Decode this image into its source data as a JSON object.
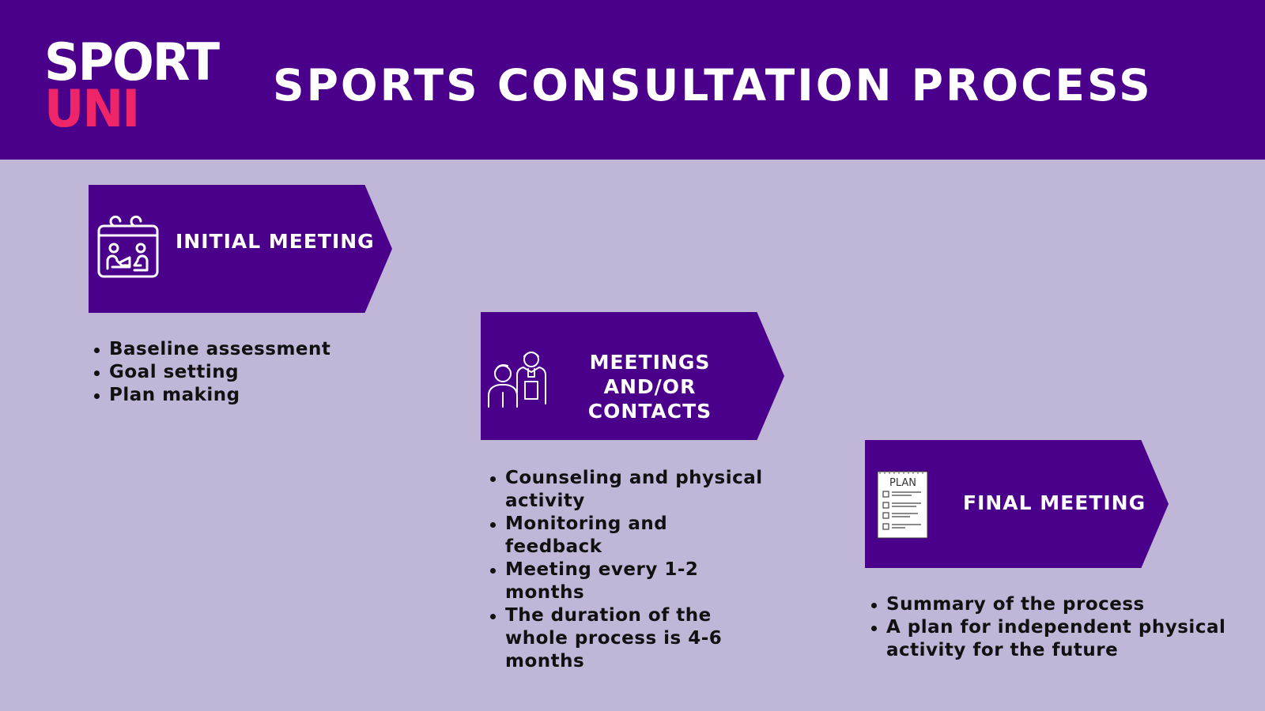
{
  "header": {
    "logo_line1": "SPORT",
    "logo_line2": "UNI",
    "title": "SPORTS CONSULTATION PROCESS"
  },
  "colors": {
    "header_bg": "#4b008b",
    "page_bg": "#c0b6d8",
    "accent_pink": "#ee2669",
    "text_white": "#ffffff",
    "text_dark": "#111111"
  },
  "steps": [
    {
      "icon": "calendar-meeting-icon",
      "label": "INITIAL MEETING",
      "bullets": [
        "Baseline assessment",
        "Goal setting",
        "Plan making"
      ]
    },
    {
      "icon": "consultation-people-icon",
      "label_line1": "MEETINGS AND/OR",
      "label_line2": "CONTACTS",
      "bullets": [
        "Counseling and physical activity",
        "Monitoring and feedback",
        "Meeting every 1-2 months",
        "The duration of the whole process is 4-6 months"
      ]
    },
    {
      "icon": "plan-checklist-icon",
      "icon_text": "PLAN",
      "label": "FINAL MEETING",
      "bullets": [
        "Summary of the process",
        "A plan for independent physical activity for the future"
      ]
    }
  ]
}
